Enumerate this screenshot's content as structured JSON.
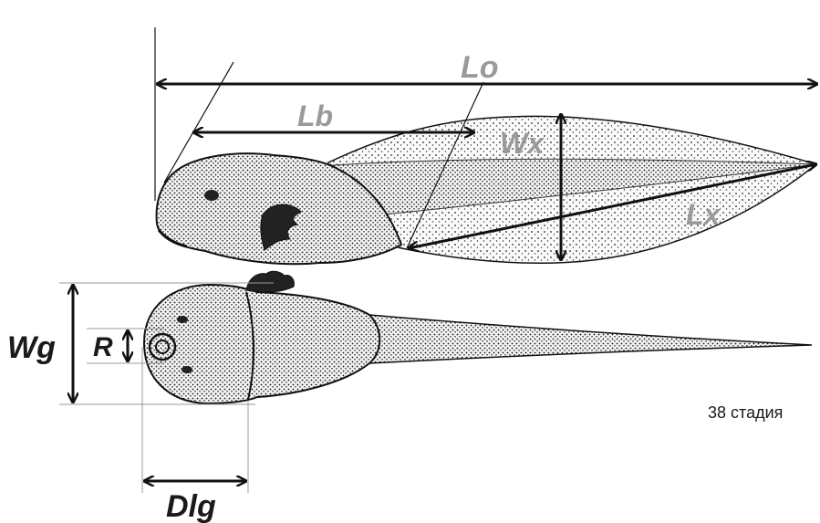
{
  "labels": {
    "Lo": "Lo",
    "Lb": "Lb",
    "Wx": "Wx",
    "Lx": "Lx",
    "Wg": "Wg",
    "R": "R",
    "Dlg": "Dlg"
  },
  "caption": "38 стадия"
}
